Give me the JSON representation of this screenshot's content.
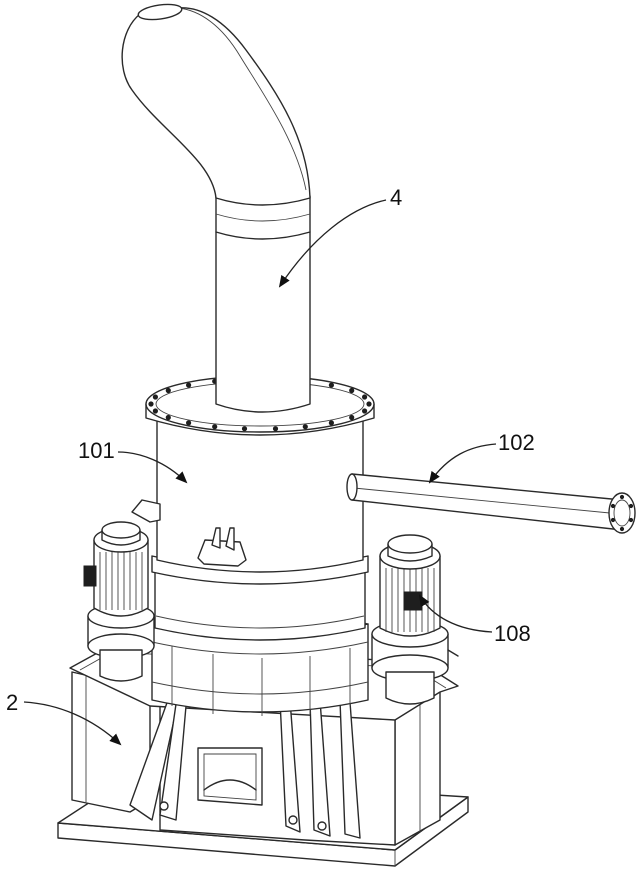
{
  "labels": {
    "outlet_pipe": "4",
    "cylinder_body": "101",
    "side_pipe": "102",
    "motor": "108",
    "base": "2"
  }
}
